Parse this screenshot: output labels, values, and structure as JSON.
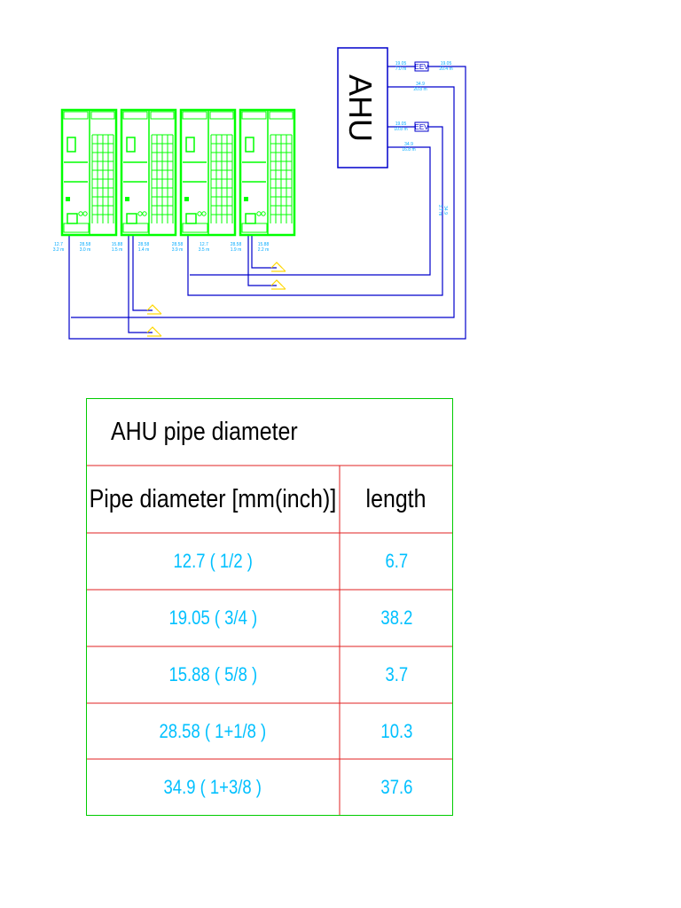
{
  "diagram": {
    "ahu_label": "AHU",
    "eev_labels": [
      "EEV",
      "EEV"
    ],
    "pipe_labels_top": [
      {
        "dia": "12.7",
        "len": "3.2 m"
      },
      {
        "dia": "28.58",
        "len": "3.0 m"
      },
      {
        "dia": "15.88",
        "len": "1.5 m"
      },
      {
        "dia": "28.58",
        "len": "1.4 m"
      },
      {
        "dia": "28.58",
        "len": "3.9 m"
      },
      {
        "dia": "12.7",
        "len": "3.5 m"
      },
      {
        "dia": "28.58",
        "len": "1.9 m"
      },
      {
        "dia": "15.88",
        "len": "2.2 m"
      }
    ],
    "pipe_labels_ahu": [
      {
        "dia": "19.05",
        "len": "7.0 m"
      },
      {
        "dia": "19.05",
        "len": "20.4 m"
      },
      {
        "dia": "34.9",
        "len": "20.8 m"
      },
      {
        "dia": "19.05",
        "len": "10.8 m"
      },
      {
        "dia": "34.9",
        "len": "16.8 m"
      }
    ],
    "vertical_label": {
      "dia": "34.9",
      "len": "3.7 m"
    },
    "colors": {
      "unit": "#00ff00",
      "pipe": "#0000cc",
      "label": "#00aaff",
      "joint": "#ffd700",
      "eev_fill": "#ffffff"
    }
  },
  "table": {
    "title": "AHU pipe diameter",
    "headers": [
      "Pipe diameter [mm(inch)]",
      "length"
    ],
    "rows": [
      {
        "diameter": "12.7 ( 1/2 )",
        "length": "6.7"
      },
      {
        "diameter": "19.05 ( 3/4 )",
        "length": "38.2"
      },
      {
        "diameter": "15.88 ( 5/8 )",
        "length": "3.7"
      },
      {
        "diameter": "28.58 ( 1+1/8 )",
        "length": "10.3"
      },
      {
        "diameter": "34.9 ( 1+3/8 )",
        "length": "37.6"
      }
    ],
    "colors": {
      "outer_border": "#00cc00",
      "inner_border": "#e02020",
      "header_text": "#000000",
      "value_text": "#00c0ff"
    }
  }
}
